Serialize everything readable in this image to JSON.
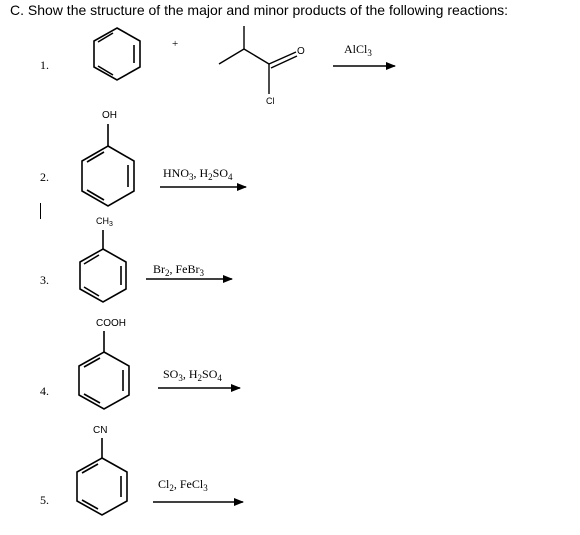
{
  "heading": "C.  Show the structure of the major and minor products of the following reactions:",
  "plus": "+",
  "reactions": [
    {
      "number": "1.",
      "reagent_parts": [
        [
          "AlCl",
          ""
        ],
        [
          "3",
          "sub"
        ]
      ],
      "substituent": "",
      "acyl_o": "O",
      "acyl_cl": "Cl"
    },
    {
      "number": "2.",
      "reagent_parts": [
        [
          "HNO",
          ""
        ],
        [
          "3",
          "sub"
        ],
        [
          ", H",
          ""
        ],
        [
          "2",
          "sub"
        ],
        [
          "SO",
          ""
        ],
        [
          "4",
          "sub"
        ]
      ],
      "substituent": "OH"
    },
    {
      "number": "3.",
      "reagent_parts": [
        [
          "Br",
          ""
        ],
        [
          "2",
          "sub"
        ],
        [
          ", FeBr",
          ""
        ],
        [
          "3",
          "sub"
        ]
      ],
      "substituent": "CH",
      "substituent_sub": "3"
    },
    {
      "number": "4.",
      "reagent_parts": [
        [
          "SO",
          ""
        ],
        [
          "3",
          "sub"
        ],
        [
          ", H",
          ""
        ],
        [
          "2",
          "sub"
        ],
        [
          "SO",
          ""
        ],
        [
          "4",
          "sub"
        ]
      ],
      "substituent": "COOH"
    },
    {
      "number": "5.",
      "reagent_parts": [
        [
          "Cl",
          ""
        ],
        [
          "2",
          "sub"
        ],
        [
          ", FeCl",
          ""
        ],
        [
          "3",
          "sub"
        ]
      ],
      "substituent": "CN"
    }
  ]
}
